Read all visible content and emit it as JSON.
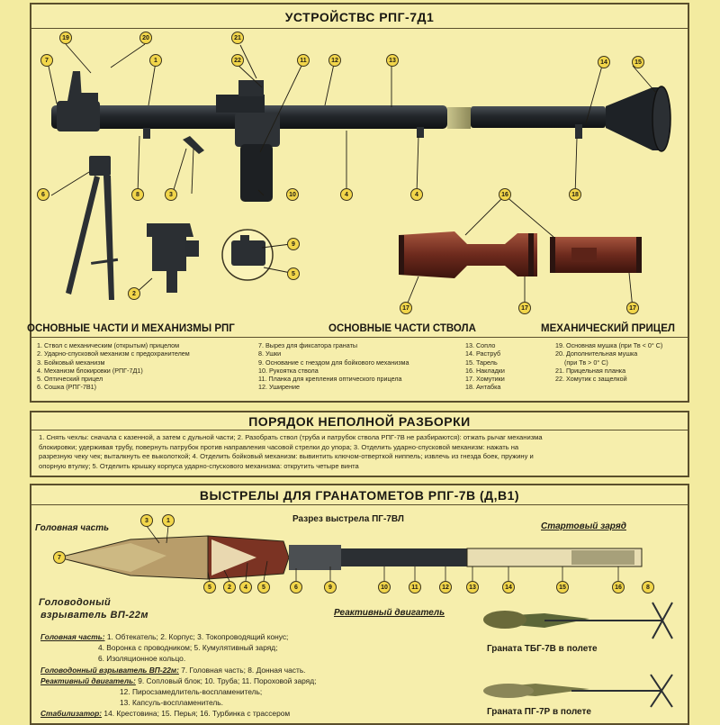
{
  "panel1": {
    "title": "УСТРОЙСТВС РПГ-7Д1",
    "callouts": {
      "c19": "19",
      "c20": "20",
      "c21": "21",
      "c22": "22",
      "c7": "7",
      "c1": "1",
      "c11": "11",
      "c12": "12",
      "c13": "13",
      "c14": "14",
      "c15": "15",
      "c6": "6",
      "c8": "8",
      "c3": "3",
      "c10": "10",
      "c4a": "4",
      "c4b": "4",
      "c18a": "18",
      "c9": "9",
      "c5": "5",
      "c2": "2",
      "c16": "16",
      "c17a": "17",
      "c17b": "17",
      "c17c": "17"
    },
    "section_labels": {
      "main_parts": "ОСНОВНЫЕ ЧАСТИ И МЕХАНИЗМЫ РПГ",
      "barrel_parts": "ОСНОВНЫЕ ЧАСТИ СТВОЛА",
      "sight": "МЕХАНИЧЕСКИЙ ПРИЦЕЛ"
    },
    "legend": {
      "col1": [
        "1. Ствол с механическим (открытым) прицелом",
        "2. Ударно-спусковой механизм с предохранителем",
        "3. Бойковый механизм",
        "4. Механизм блокировки (РПГ-7Д1)",
        "5. Оптический прицел",
        "6. Сошка (РПГ-7В1)"
      ],
      "col2": [
        "7. Вырез для фиксатора гранаты",
        "8. Ушки",
        "9. Основание с гнездом для бойкового механизма",
        "10. Рукоятка ствола",
        "11. Планка для крепления оптического прицела",
        "12. Уширение"
      ],
      "col3": [
        "13. Сопло",
        "14. Раструб",
        "15. Тарель",
        "16. Накладки",
        "17. Хомутики",
        "18. Антабка"
      ],
      "col4": [
        "19. Основная мушка (при Тв < 0° С)",
        "20. Дополнительная мушка",
        "(при Тв > 0° С)",
        "21. Прицельная планка",
        "22. Хомутик с защелкой"
      ]
    }
  },
  "panel2": {
    "title": "ПОРЯДОК НЕПОЛНОЙ РАЗБОРКИ",
    "lines": [
      "1. Снять чехлы: сначала с казенной, а затем с дульной части; 2. Разобрать ствол (труба и патрубок ствола РПГ-7В не разбираются): отжать рычаг механизма",
      "блокировки; удерживая трубу, повернуть патрубок против направления часовой стрелки до упора; 3. Отделить ударно-спусковой механизм: нажать на",
      "разрезную чеку чек; выталкнуть ее выколоткой; 4. Отделить бойковый механизм: вывинтить ключом-отверткой ниппель; извлечь из гнезда боек, пружину и",
      "опорную втулку; 5. Отделить крышку корпуса ударно-спускового механизма: открутить четыре винта"
    ]
  },
  "panel3": {
    "title": "ВЫСТРЕЛЫ ДЛЯ ГРАНАТОМЕТОВ РПГ-7В (Д,В1)",
    "labels": {
      "head": "Головная часть",
      "section": "Разрез выстрела ПГ-7ВЛ",
      "start": "Стартовый заряд",
      "fuze1": "Головодоный",
      "fuze2": "взрыватель ВП-22м",
      "reactive": "Реактивный двигатель",
      "tbg": "Граната ТБГ-7В в полете",
      "pg7r": "Граната ПГ-7Р в полете"
    },
    "callouts": [
      "3",
      "1",
      "7",
      "5",
      "2",
      "4",
      "5",
      "6",
      "9",
      "10",
      "11",
      "12",
      "13",
      "14",
      "15",
      "16",
      "8"
    ],
    "text": {
      "l1a": "Головная часть:",
      "l1b": "1. Обтекатель; 2. Корпус; 3. Токопроводящий конус;",
      "l2": "4. Воронка с проводником; 5. Кумулятивный заряд;",
      "l3": "6. Изоляционное кольцо.",
      "l4a": "Головодонный взрыватель ВП-22м:",
      "l4b": "7. Головная часть; 8. Донная часть.",
      "l5a": "Реактивный двигатель:",
      "l5b": "9. Сопловый блок; 10. Труба; 11. Пороховой заряд;",
      "l6": "12. Пиросзамедлитель-воспламенитель;",
      "l7": "13. Капсуль-воспламенитель.",
      "l8a": "Стабилизатор:",
      "l8b": "14. Крестовина; 15. Перья; 16. Турбинка с трассером"
    },
    "colors": {
      "metal_dark": "#2b2f33",
      "copper": "#7c3324",
      "warhead_tan": "#b59a6a",
      "olive": "#6a6a3a"
    }
  }
}
